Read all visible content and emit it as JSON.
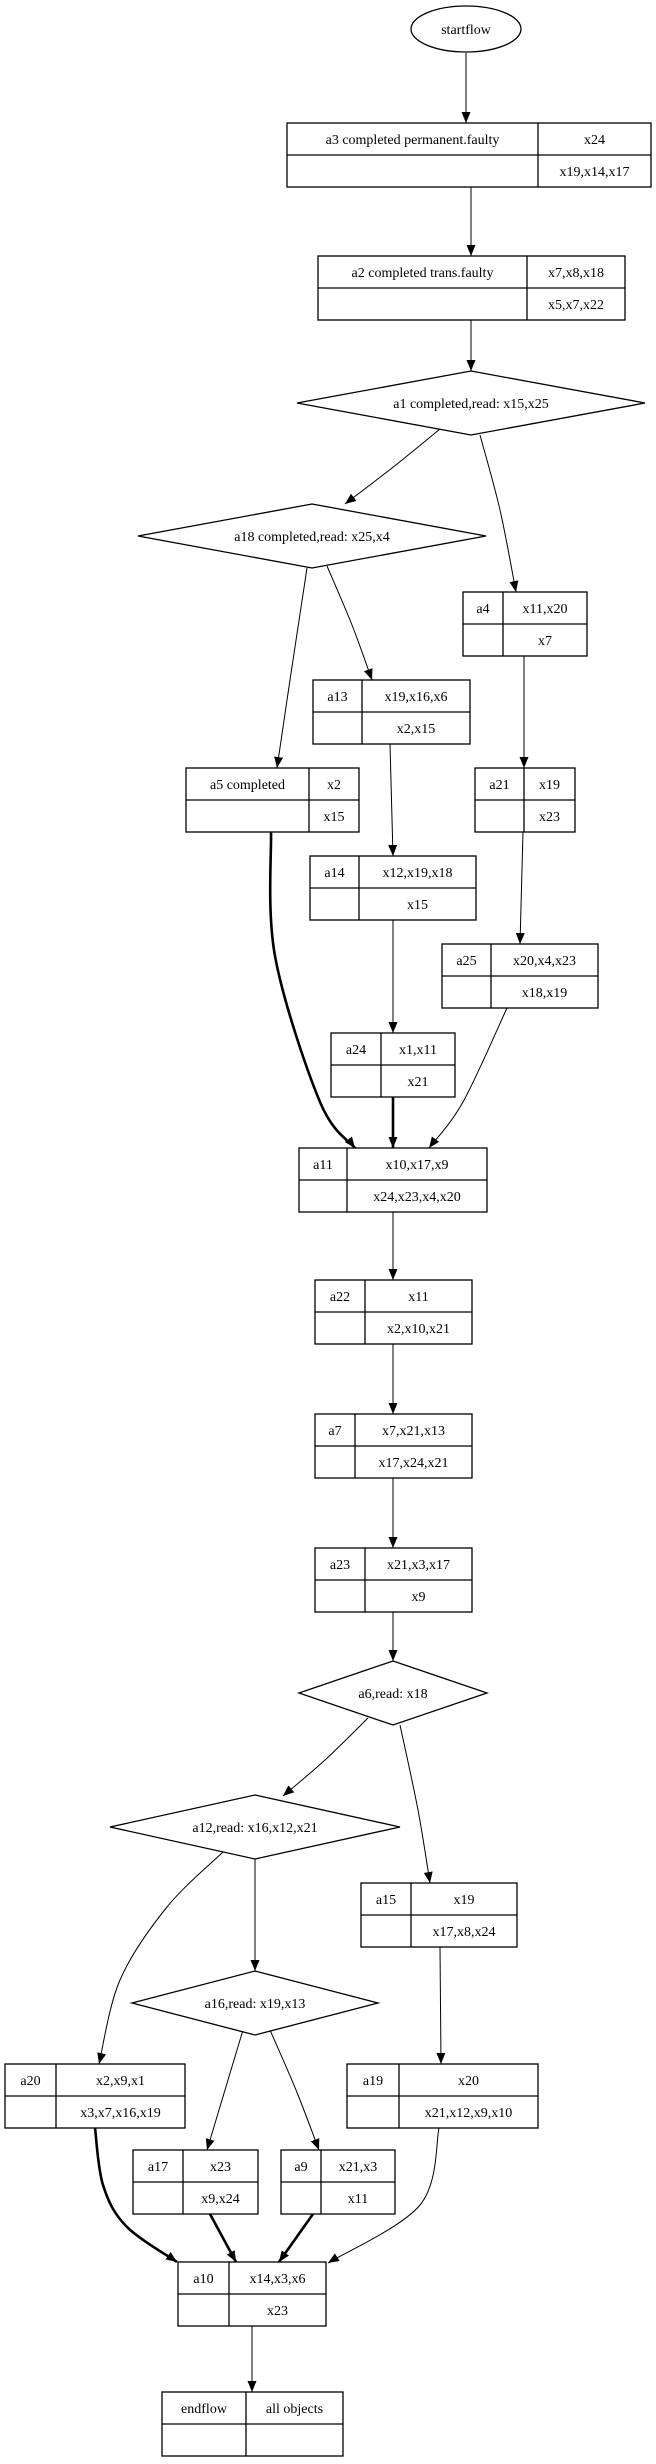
{
  "flowchart": {
    "start": {
      "id": "startflow",
      "label": "startflow"
    },
    "nodes": [
      {
        "id": "a3",
        "shape": "box",
        "label": "a3 completed permanent.faulty",
        "top": "x24",
        "bottom": "x19,x14,x17"
      },
      {
        "id": "a2",
        "shape": "box",
        "label": "a2 completed trans.faulty",
        "top": "x7,x8,x18",
        "bottom": "x5,x7,x22"
      },
      {
        "id": "a1",
        "shape": "diamond",
        "label": "a1 completed,read: x15,x25"
      },
      {
        "id": "a18",
        "shape": "diamond",
        "label": "a18 completed,read: x25,x4"
      },
      {
        "id": "a4",
        "shape": "box",
        "label": "a4",
        "top": "x11,x20",
        "bottom": "x7"
      },
      {
        "id": "a13",
        "shape": "box",
        "label": "a13",
        "top": "x19,x16,x6",
        "bottom": "x2,x15"
      },
      {
        "id": "a5",
        "shape": "box",
        "label": "a5 completed",
        "top": "x2",
        "bottom": "x15"
      },
      {
        "id": "a21",
        "shape": "box",
        "label": "a21",
        "top": "x19",
        "bottom": "x23"
      },
      {
        "id": "a14",
        "shape": "box",
        "label": "a14",
        "top": "x12,x19,x18",
        "bottom": "x15"
      },
      {
        "id": "a25",
        "shape": "box",
        "label": "a25",
        "top": "x20,x4,x23",
        "bottom": "x18,x19"
      },
      {
        "id": "a24",
        "shape": "box",
        "label": "a24",
        "top": "x1,x11",
        "bottom": "x21"
      },
      {
        "id": "a11",
        "shape": "box",
        "label": "a11",
        "top": "x10,x17,x9",
        "bottom": "x24,x23,x4,x20"
      },
      {
        "id": "a22",
        "shape": "box",
        "label": "a22",
        "top": "x11",
        "bottom": "x2,x10,x21"
      },
      {
        "id": "a7",
        "shape": "box",
        "label": "a7",
        "top": "x7,x21,x13",
        "bottom": "x17,x24,x21"
      },
      {
        "id": "a23",
        "shape": "box",
        "label": "a23",
        "top": "x21,x3,x17",
        "bottom": "x9"
      },
      {
        "id": "a6",
        "shape": "diamond",
        "label": "a6,read: x18"
      },
      {
        "id": "a12",
        "shape": "diamond",
        "label": "a12,read: x16,x12,x21"
      },
      {
        "id": "a15",
        "shape": "box",
        "label": "a15",
        "top": "x19",
        "bottom": "x17,x8,x24"
      },
      {
        "id": "a16",
        "shape": "diamond",
        "label": "a16,read: x19,x13"
      },
      {
        "id": "a20",
        "shape": "box",
        "label": "a20",
        "top": "x2,x9,x1",
        "bottom": "x3,x7,x16,x19"
      },
      {
        "id": "a19",
        "shape": "box",
        "label": "a19",
        "top": "x20",
        "bottom": "x21,x12,x9,x10"
      },
      {
        "id": "a17",
        "shape": "box",
        "label": "a17",
        "top": "x23",
        "bottom": "x9,x24"
      },
      {
        "id": "a9",
        "shape": "box",
        "label": "a9",
        "top": "x21,x3",
        "bottom": "x11"
      },
      {
        "id": "a10",
        "shape": "box",
        "label": "a10",
        "top": "x14,x3,x6",
        "bottom": "x23"
      },
      {
        "id": "endflow",
        "shape": "box",
        "label": "endflow",
        "top": "all objects",
        "bottom": ""
      }
    ],
    "edges": [
      {
        "from": "startflow",
        "to": "a3",
        "bold": false
      },
      {
        "from": "a3",
        "to": "a2",
        "bold": false
      },
      {
        "from": "a2",
        "to": "a1",
        "bold": false
      },
      {
        "from": "a1",
        "to": "a18",
        "bold": false
      },
      {
        "from": "a1",
        "to": "a4",
        "bold": false
      },
      {
        "from": "a18",
        "to": "a5",
        "bold": false
      },
      {
        "from": "a18",
        "to": "a13",
        "bold": false
      },
      {
        "from": "a4",
        "to": "a21",
        "bold": false
      },
      {
        "from": "a13",
        "to": "a14",
        "bold": false
      },
      {
        "from": "a21",
        "to": "a25",
        "bold": false
      },
      {
        "from": "a14",
        "to": "a24",
        "bold": false
      },
      {
        "from": "a5",
        "to": "a11",
        "bold": true
      },
      {
        "from": "a24",
        "to": "a11",
        "bold": true
      },
      {
        "from": "a25",
        "to": "a11",
        "bold": false
      },
      {
        "from": "a11",
        "to": "a22",
        "bold": false
      },
      {
        "from": "a22",
        "to": "a7",
        "bold": false
      },
      {
        "from": "a7",
        "to": "a23",
        "bold": false
      },
      {
        "from": "a23",
        "to": "a6",
        "bold": false
      },
      {
        "from": "a6",
        "to": "a12",
        "bold": false
      },
      {
        "from": "a6",
        "to": "a15",
        "bold": false
      },
      {
        "from": "a12",
        "to": "a16",
        "bold": false
      },
      {
        "from": "a12",
        "to": "a20",
        "bold": false
      },
      {
        "from": "a16",
        "to": "a17",
        "bold": false
      },
      {
        "from": "a16",
        "to": "a9",
        "bold": false
      },
      {
        "from": "a15",
        "to": "a19",
        "bold": false
      },
      {
        "from": "a20",
        "to": "a10",
        "bold": true
      },
      {
        "from": "a17",
        "to": "a10",
        "bold": true
      },
      {
        "from": "a9",
        "to": "a10",
        "bold": true
      },
      {
        "from": "a19",
        "to": "a10",
        "bold": false
      },
      {
        "from": "a10",
        "to": "endflow",
        "bold": false
      }
    ]
  }
}
